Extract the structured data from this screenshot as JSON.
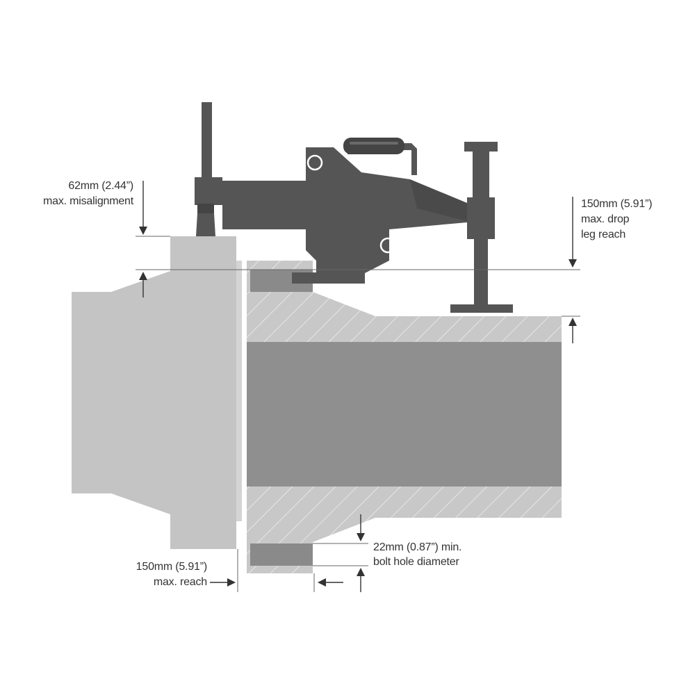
{
  "labels": {
    "misalignment_value": "62mm (2.44”)",
    "misalignment_caption": "max. misalignment",
    "drop_value": "150mm (5.91”)",
    "drop_caption_1": "max. drop",
    "drop_caption_2": "leg reach",
    "reach_value": "150mm (5.91”)",
    "reach_caption": "max. reach",
    "bolt_value": "22mm (0.87”) min.",
    "bolt_caption": "bolt hole diameter"
  },
  "colors": {
    "tool": "#555555",
    "tool_shadow": "#3a3a3a",
    "left_flange": "#c4c4c4",
    "pipe_wall": "#c8c8c8",
    "pipe_bore": "#8f8f8f",
    "bolt_hole": "#8a8a8a",
    "hatch": "#ffffff",
    "dimension": "#333333"
  }
}
